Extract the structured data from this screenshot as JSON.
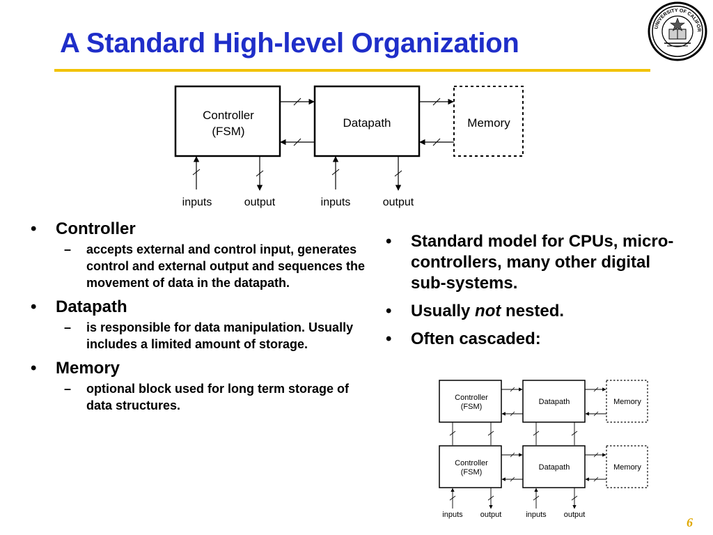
{
  "slide": {
    "title": "A Standard High-level Organization",
    "page_number": "6",
    "colors": {
      "title": "#1f2ec9",
      "rule": "#f2c200",
      "page_number": "#e0a800"
    }
  },
  "seal": {
    "text": "THE UNIVERSITY OF CALIFORNIA"
  },
  "diagram_main": {
    "controller_line1": "Controller",
    "controller_line2": "(FSM)",
    "datapath": "Datapath",
    "memory": "Memory",
    "inputs1": "inputs",
    "output1": "output",
    "inputs2": "inputs",
    "output2": "output"
  },
  "diagram_cascade": {
    "top": {
      "controller_line1": "Controller",
      "controller_line2": "(FSM)",
      "datapath": "Datapath",
      "memory": "Memory"
    },
    "bottom": {
      "controller_line1": "Controller",
      "controller_line2": "(FSM)",
      "datapath": "Datapath",
      "memory": "Memory"
    },
    "inputs1": "inputs",
    "output1": "output",
    "inputs2": "inputs",
    "output2": "output"
  },
  "left_bullets": {
    "bullet": "•",
    "dash": "–",
    "items": [
      {
        "label": "Controller",
        "sub": "accepts external and control input, generates control and external output and sequences the movement of data in the datapath."
      },
      {
        "label": "Datapath",
        "sub": "is responsible for data manipulation. Usually includes a limited amount of storage."
      },
      {
        "label": "Memory",
        "sub": "optional block used for long term storage of data structures."
      }
    ]
  },
  "right_bullets": {
    "bullet": "•",
    "item1": "Standard model for CPUs, micro-controllers, many other digital sub-systems.",
    "item2_pre": "Usually ",
    "item2_em": "not",
    "item2_post": " nested.",
    "item3": "Often cascaded:"
  }
}
